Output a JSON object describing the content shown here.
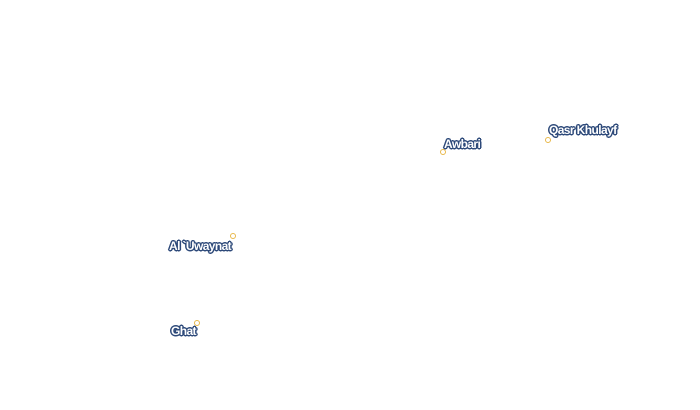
{
  "map": {
    "places": [
      {
        "id": "awbari",
        "name": "Awbari"
      },
      {
        "id": "qasr-khulayf",
        "name": "Qasr Khulayf"
      },
      {
        "id": "al-uwaynat",
        "name": "Al `Uwaynat"
      },
      {
        "id": "ghat",
        "name": "Ghat"
      }
    ],
    "colors": {
      "marker_stroke": "#e8b84a",
      "label_halo": "#2e4a7a",
      "label_text": "#ffffff",
      "background": "#ffffff"
    }
  }
}
